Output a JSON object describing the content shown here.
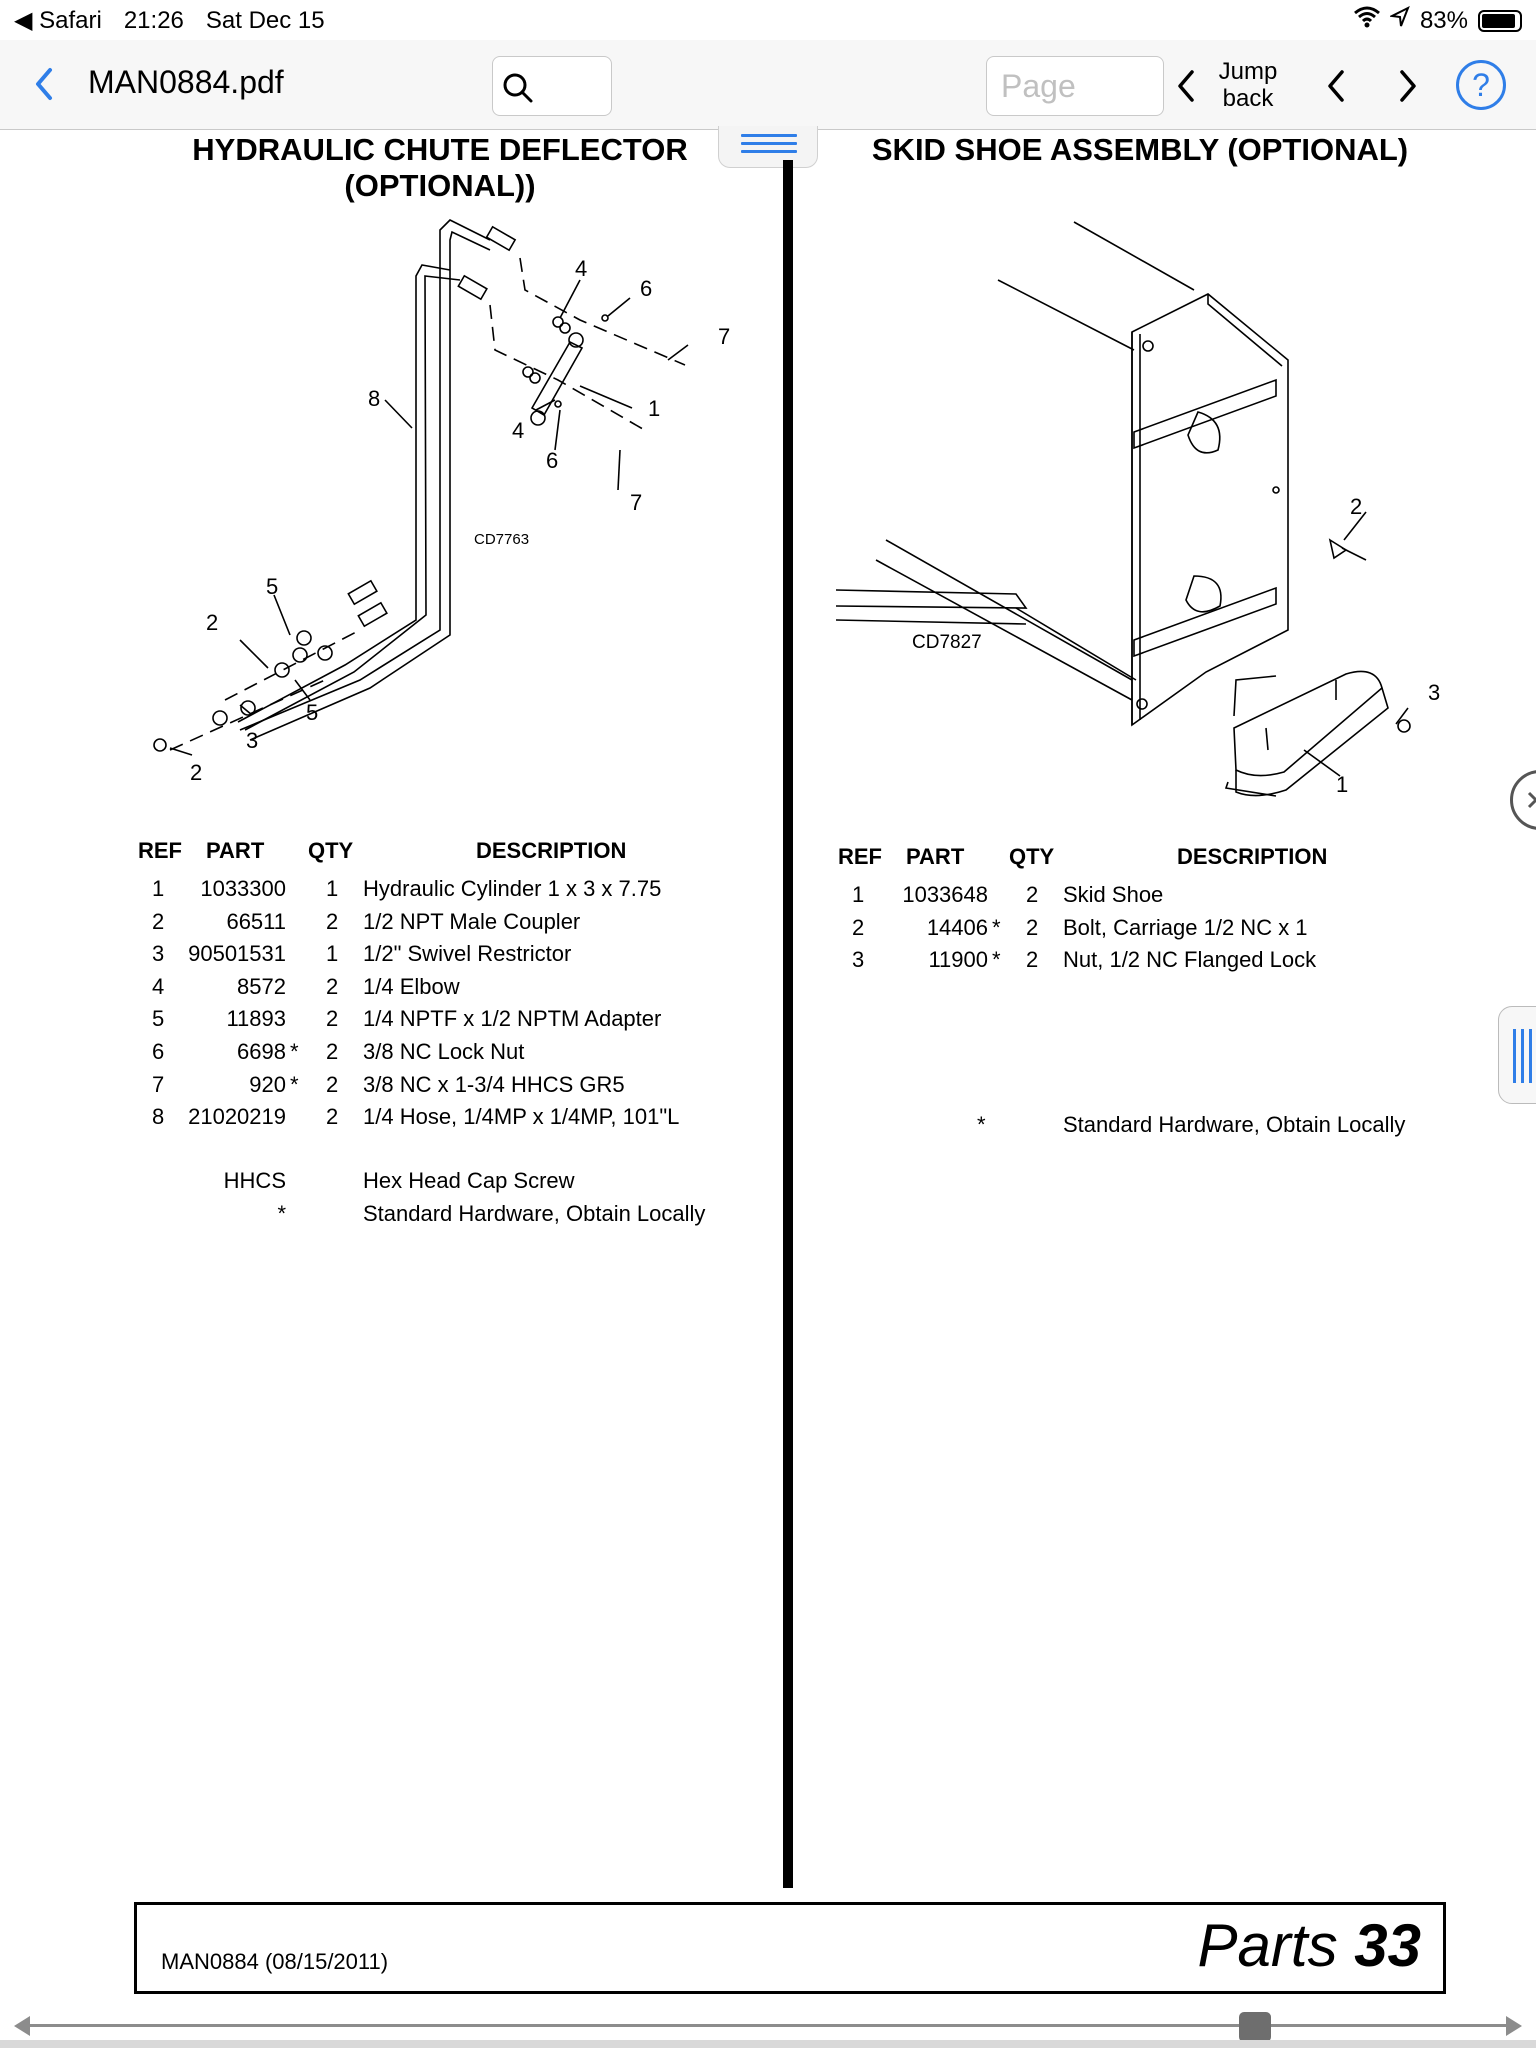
{
  "status_bar": {
    "back_app": "Safari",
    "time": "21:26",
    "date": "Sat Dec 15",
    "battery": "83%"
  },
  "toolbar": {
    "back_icon": "chevron-left-icon",
    "document_title": "MAN0884.pdf",
    "search_icon": "search-icon",
    "page_placeholder": "Page",
    "jump_back_label": "Jump back",
    "help_label": "?"
  },
  "left_section": {
    "title_line1": "HYDRAULIC CHUTE DEFLECTOR",
    "title_line2": "(OPTIONAL))",
    "diagram_code": "CD7763",
    "callouts": [
      "4",
      "6",
      "7",
      "1",
      "8",
      "4",
      "6",
      "7",
      "5",
      "2",
      "5",
      "3",
      "2"
    ],
    "headers": {
      "ref": "REF",
      "part": "PART",
      "qty": "QTY",
      "description": "DESCRIPTION"
    },
    "rows": [
      {
        "ref": "1",
        "part": "1033300",
        "mark": "",
        "qty": "1",
        "description": "Hydraulic Cylinder 1 x 3 x 7.75"
      },
      {
        "ref": "2",
        "part": "66511",
        "mark": "",
        "qty": "2",
        "description": "1/2 NPT Male Coupler"
      },
      {
        "ref": "3",
        "part": "90501531",
        "mark": "",
        "qty": "1",
        "description": "1/2\" Swivel Restrictor"
      },
      {
        "ref": "4",
        "part": "8572",
        "mark": "",
        "qty": "2",
        "description": "1/4 Elbow"
      },
      {
        "ref": "5",
        "part": "11893",
        "mark": "",
        "qty": "2",
        "description": "1/4 NPTF x 1/2 NPTM Adapter"
      },
      {
        "ref": "6",
        "part": "6698",
        "mark": "*",
        "qty": "2",
        "description": "3/8 NC Lock Nut"
      },
      {
        "ref": "7",
        "part": "920",
        "mark": "*",
        "qty": "2",
        "description": "3/8 NC x 1-3/4 HHCS GR5"
      },
      {
        "ref": "8",
        "part": "21020219",
        "mark": "",
        "qty": "2",
        "description": "1/4 Hose, 1/4MP x 1/4MP, 101\"L"
      }
    ],
    "notes": [
      {
        "key": "HHCS",
        "text": "Hex Head Cap Screw"
      },
      {
        "key": "*",
        "text": "Standard Hardware, Obtain Locally"
      }
    ]
  },
  "right_section": {
    "title": "SKID SHOE ASSEMBLY (OPTIONAL)",
    "diagram_code": "CD7827",
    "callouts": [
      "2",
      "3",
      "1"
    ],
    "headers": {
      "ref": "REF",
      "part": "PART",
      "qty": "QTY",
      "description": "DESCRIPTION"
    },
    "rows": [
      {
        "ref": "1",
        "part": "1033648",
        "mark": "",
        "qty": "2",
        "description": "Skid Shoe"
      },
      {
        "ref": "2",
        "part": "14406",
        "mark": "*",
        "qty": "2",
        "description": "Bolt, Carriage 1/2 NC x 1"
      },
      {
        "ref": "3",
        "part": "11900",
        "mark": "*",
        "qty": "2",
        "description": "Nut, 1/2 NC Flanged Lock"
      }
    ],
    "note": {
      "key": "*",
      "text": "Standard Hardware, Obtain Locally"
    }
  },
  "footer": {
    "doc_ref": "MAN0884 (08/15/2011)",
    "section_word": "Parts",
    "page_number": "33"
  },
  "scrubber": {
    "position_fraction": 0.83
  }
}
